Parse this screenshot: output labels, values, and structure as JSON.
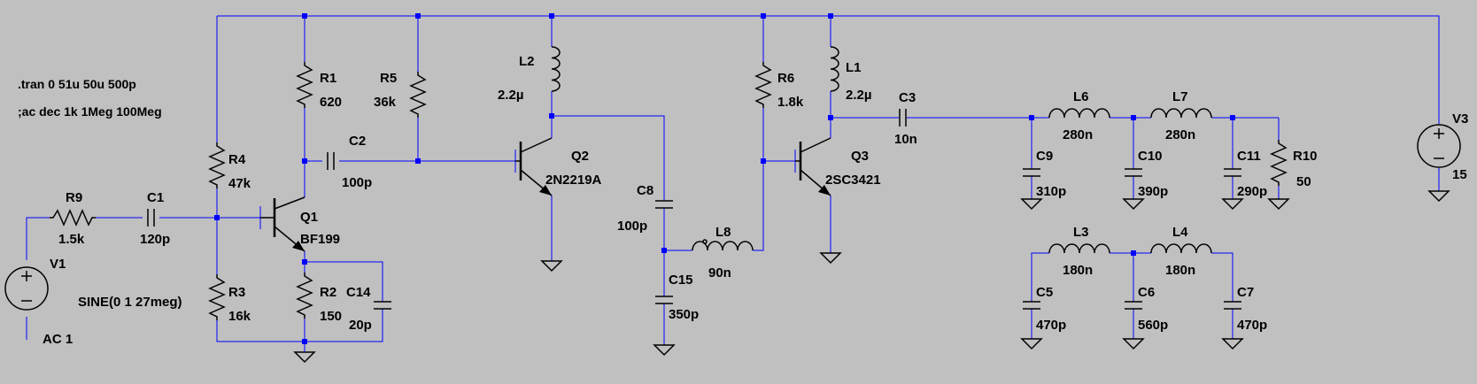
{
  "directives": {
    "tran": ".tran 0 51u 50u 500p",
    "ac": ";ac dec 1k 1Meg 100Meg"
  },
  "components": {
    "R1": {
      "ref": "R1",
      "value": "620"
    },
    "R2": {
      "ref": "R2",
      "value": "150"
    },
    "R3": {
      "ref": "R3",
      "value": "16k"
    },
    "R4": {
      "ref": "R4",
      "value": "47k"
    },
    "R5": {
      "ref": "R5",
      "value": "36k"
    },
    "R6": {
      "ref": "R6",
      "value": "1.8k"
    },
    "R9": {
      "ref": "R9",
      "value": "1.5k"
    },
    "R10": {
      "ref": "R10",
      "value": "50"
    },
    "C1": {
      "ref": "C1",
      "value": "120p"
    },
    "C2": {
      "ref": "C2",
      "value": "100p"
    },
    "C3": {
      "ref": "C3",
      "value": "10n"
    },
    "C5": {
      "ref": "C5",
      "value": "470p"
    },
    "C6": {
      "ref": "C6",
      "value": "560p"
    },
    "C7": {
      "ref": "C7",
      "value": "470p"
    },
    "C8": {
      "ref": "C8",
      "value": "100p"
    },
    "C9": {
      "ref": "C9",
      "value": "310p"
    },
    "C10": {
      "ref": "C10",
      "value": "390p"
    },
    "C11": {
      "ref": "C11",
      "value": "290p"
    },
    "C14": {
      "ref": "C14",
      "value": "20p"
    },
    "C15": {
      "ref": "C15",
      "value": "350p"
    },
    "L1": {
      "ref": "L1",
      "value": "2.2µ"
    },
    "L2": {
      "ref": "L2",
      "value": "2.2µ"
    },
    "L3": {
      "ref": "L3",
      "value": "180n"
    },
    "L4": {
      "ref": "L4",
      "value": "180n"
    },
    "L6": {
      "ref": "L6",
      "value": "280n"
    },
    "L7": {
      "ref": "L7",
      "value": "280n"
    },
    "L8": {
      "ref": "L8",
      "value": "90n"
    },
    "Q1": {
      "ref": "Q1",
      "value": "BF199"
    },
    "Q2": {
      "ref": "Q2",
      "value": "2N2219A"
    },
    "Q3": {
      "ref": "Q3",
      "value": "2SC3421"
    },
    "V1": {
      "ref": "V1",
      "value": "AC 1",
      "source": "SINE(0 1 27meg)"
    },
    "V3": {
      "ref": "V3",
      "value": "15"
    }
  },
  "colors": {
    "background": "#c0c0c0",
    "wire": "#0000ff",
    "component": "#000000",
    "junction": "#0000ff"
  }
}
